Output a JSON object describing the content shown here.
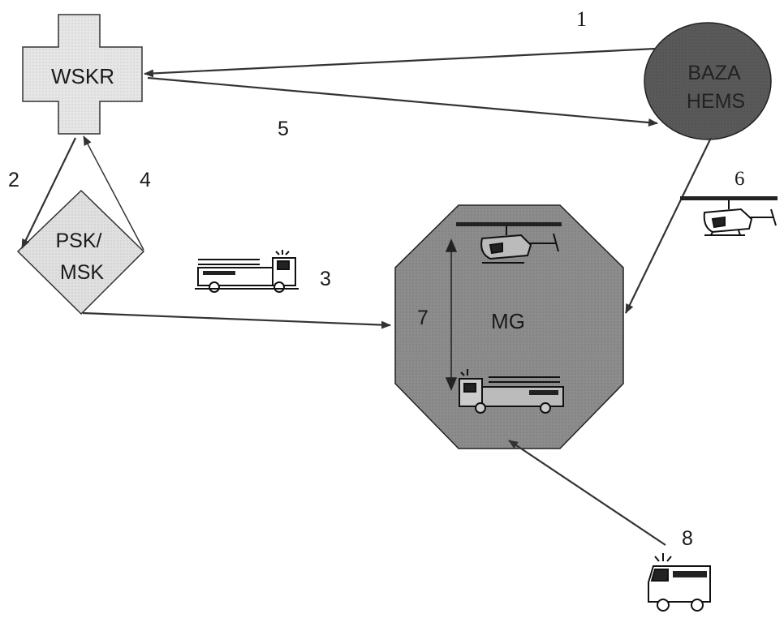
{
  "nodes": {
    "wskr": {
      "label": "WSKR"
    },
    "baza": {
      "line1": "BAZA",
      "line2": "HEMS"
    },
    "psk": {
      "line1": "PSK/",
      "line2": "MSK"
    },
    "mg": {
      "label": "MG"
    }
  },
  "numbers": {
    "n1": "1",
    "n2": "2",
    "n3": "3",
    "n4": "4",
    "n5": "5",
    "n6": "6",
    "n7": "7",
    "n8": "8"
  },
  "icons": [
    "helicopter-icon",
    "fire-truck-icon",
    "ambulance-icon"
  ],
  "colors": {
    "wskr_fill": "#e6e6e6",
    "psk_fill": "#e0e0e0",
    "baza_fill": "#595959",
    "mg_fill": "#8c8c8c",
    "arrow": "#333333"
  }
}
